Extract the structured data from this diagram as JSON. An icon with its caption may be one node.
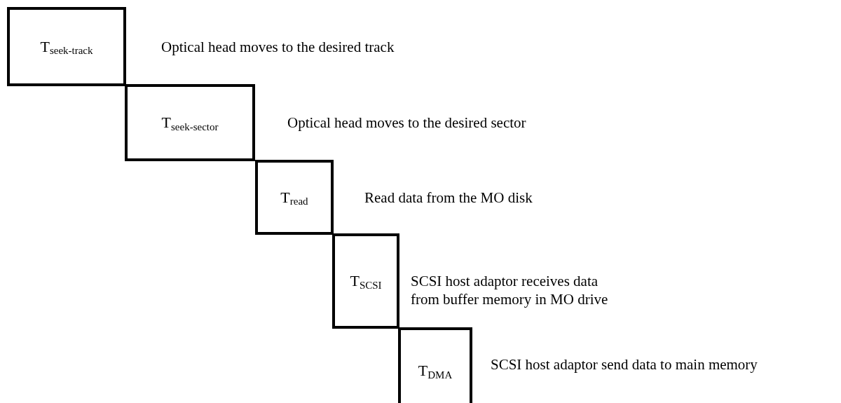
{
  "diagram": {
    "nodes": [
      {
        "text": [
          "T$_{seek-track}$"
        ],
        "beside": [
          "Optical head moves to the desired track"
        ]
      },
      {
        "text": [
          "T$_{seek-sector}$"
        ],
        "beside": [
          "Optical head moves to the desired sector"
        ]
      },
      {
        "text": [
          "T$_{read}$"
        ],
        "beside": [
          "Read data from the MO disk"
        ]
      },
      {
        "text": [
          "T$_{SCSI}$"
        ],
        "beside": [
          "SCSI host adaptor receives data from buffer memory in MO drive"
        ]
      },
      {
        "text": [
          "T$_{DMA}$"
        ],
        "beside": [
          "SCSI host adaptor send data to main memory"
        ]
      }
    ]
  }
}
